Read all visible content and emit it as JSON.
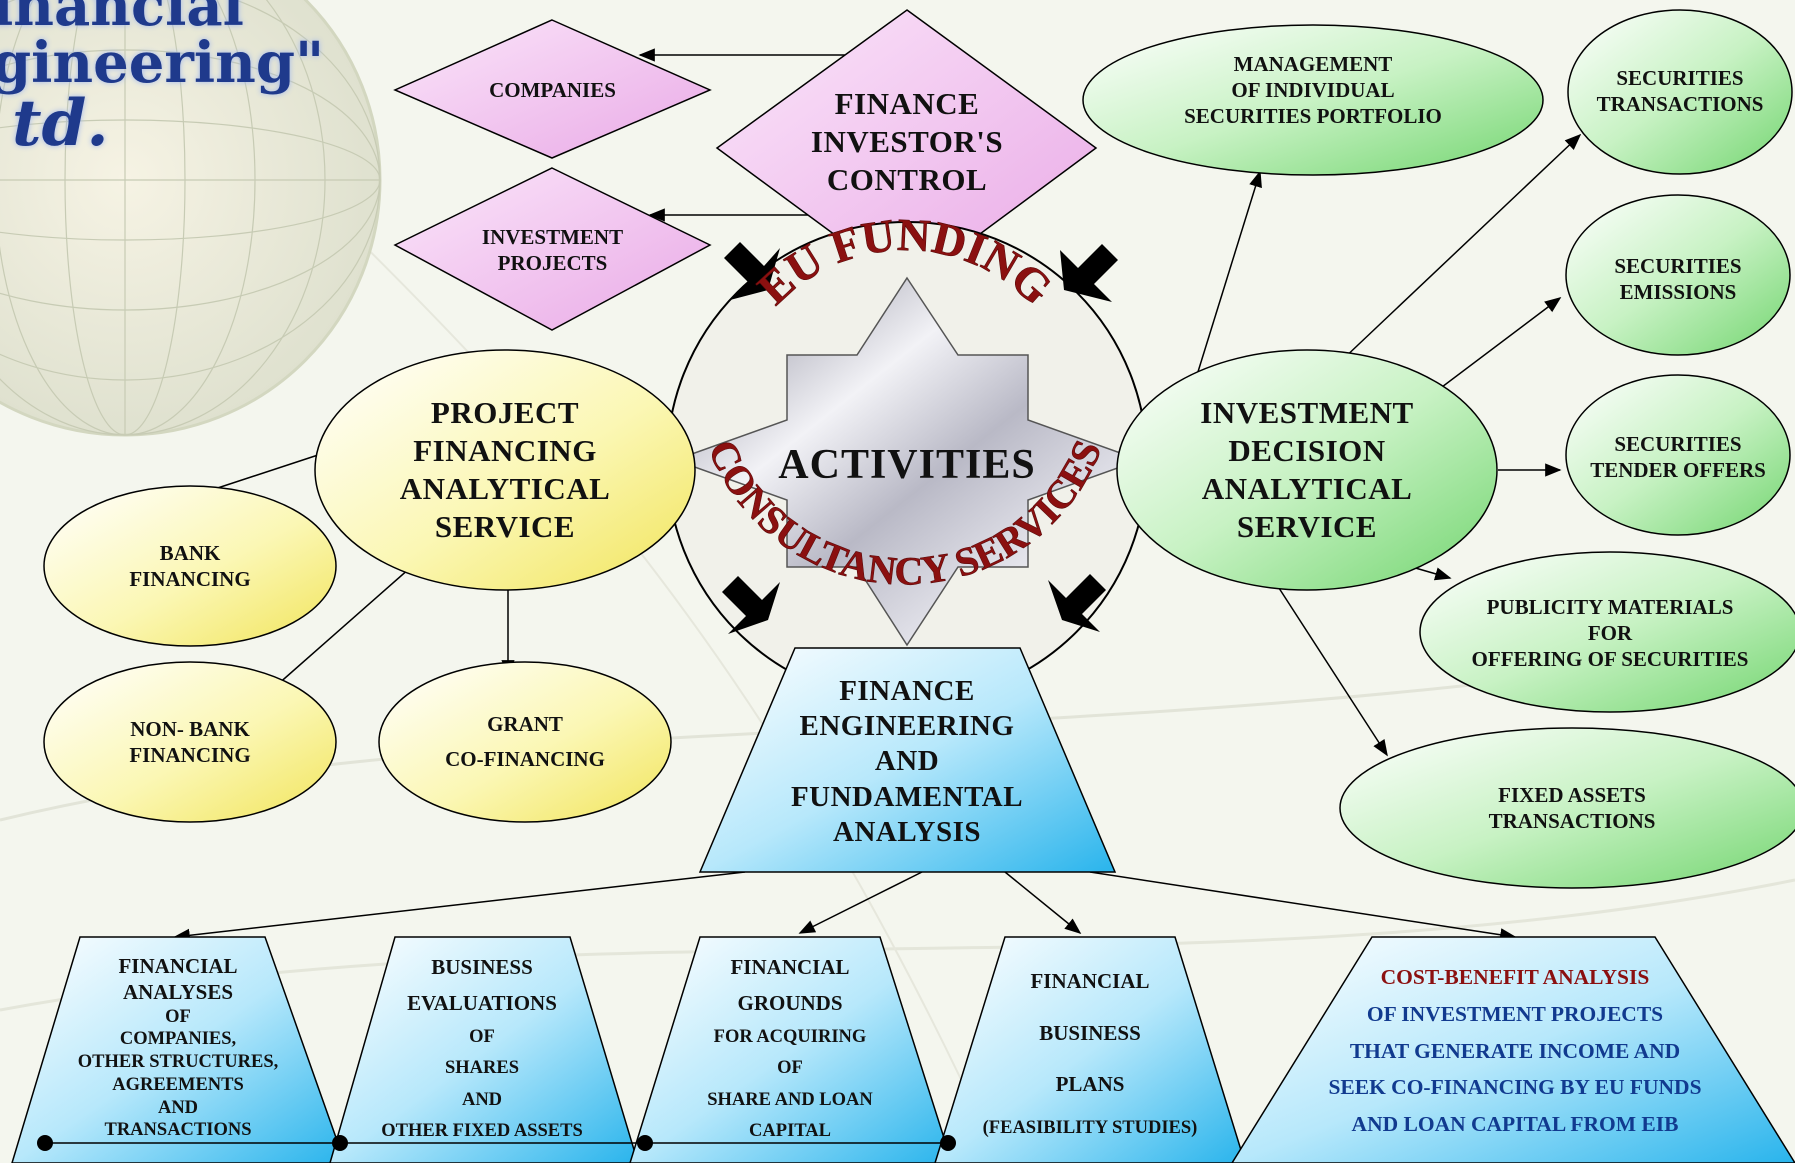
{
  "logo": {
    "lines": [
      "inancial",
      "gineering\"",
      "td."
    ]
  },
  "center": {
    "activities": "ACTIVITIES",
    "arc_top": "EU FUNDING",
    "arc_bottom": "CONSULTANCY SERVICES"
  },
  "investor": {
    "companies": "COMPANIES",
    "investment_projects": [
      "INVESTMENT",
      "PROJECTS"
    ],
    "control": [
      "FINANCE",
      "INVESTOR'S",
      "CONTROL"
    ]
  },
  "project_financing": {
    "title": [
      "PROJECT",
      "FINANCING",
      "ANALYTICAL",
      "SERVICE"
    ],
    "bank": [
      "BANK",
      "FINANCING"
    ],
    "nonbank": [
      "NON- BANK",
      "FINANCING"
    ],
    "grant": [
      "GRANT",
      "CO-FINANCING"
    ]
  },
  "investment_decision": {
    "title": [
      "INVESTMENT",
      "DECISION",
      "ANALYTICAL",
      "SERVICE"
    ],
    "management": [
      "MANAGEMENT",
      "OF INDIVIDUAL",
      "SECURITIES PORTFOLIO"
    ],
    "transactions": [
      "SECURITIES",
      "TRANSACTIONS"
    ],
    "emissions": [
      "SECURITIES",
      "EMISSIONS"
    ],
    "tender": [
      "SECURITIES",
      "TENDER OFFERS"
    ],
    "publicity": [
      "PUBLICITY MATERIALS",
      "FOR",
      "OFFERING OF SECURITIES"
    ],
    "fixed_assets": [
      "FIXED ASSETS",
      "TRANSACTIONS"
    ]
  },
  "engineering": {
    "title": [
      "FINANCE",
      "ENGINEERING",
      "AND",
      "FUNDAMENTAL",
      "ANALYSIS"
    ]
  },
  "bottom": {
    "financial_analyses": [
      "FINANCIAL",
      "ANALYSES",
      "OF",
      "COMPANIES,",
      "OTHER STRUCTURES,",
      "AGREEMENTS",
      "AND",
      "TRANSACTIONS"
    ],
    "business_evaluations": [
      "BUSINESS",
      "EVALUATIONS",
      "OF",
      "SHARES",
      "AND",
      "OTHER FIXED ASSETS"
    ],
    "financial_grounds": [
      "FINANCIAL",
      "GROUNDS",
      "FOR ACQUIRING",
      "OF",
      "SHARE AND LOAN",
      "CAPITAL"
    ],
    "business_plans": [
      "FINANCIAL",
      "BUSINESS",
      "PLANS",
      "(FEASIBILITY STUDIES)"
    ],
    "cost_benefit_title": "COST-BENEFIT ANALYSIS",
    "cost_benefit": [
      "OF INVESTMENT PROJECTS",
      "THAT GENERATE INCOME AND",
      "SEEK CO-FINANCING BY EU FUNDS",
      "AND LOAN CAPITAL FROM EIB"
    ]
  },
  "colors": {
    "yellow": "#fbf7b4",
    "green": "#a7e9a5",
    "pink": "#f2c5ef",
    "blue": "#49c3ef",
    "title_red": "#8b1010",
    "label_blue": "#113a8f"
  }
}
